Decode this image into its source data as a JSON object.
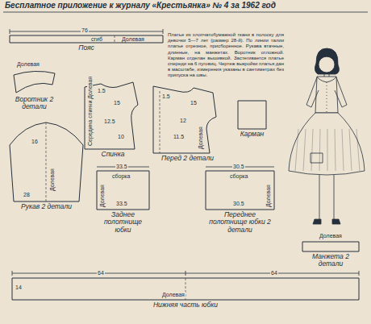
{
  "diagram": {
    "title": "Бесплатное приложение к журналу «Крестьянка» № 4 за 1962 год",
    "caption": "Платье из хлопчатобумажной ткани в полоску для девочки 5—7 лет (размер 28-й). По линии талии платье отрезное, присборенное. Рукава втачные, длинные, на манжетах. Воротник отложной. Карман отделан вышивкой. Застегивается платье спереди на 6 пуговиц. Чертеж выкройки платья дан в масштабе, измерения указаны в сантиметрах без припуска на швы.",
    "nodes": [
      {
        "text": [
          "Пояс"
        ]
      },
      {
        "text": [
          "Воротник 2 детали"
        ]
      },
      {
        "text": [
          "Спинка"
        ]
      },
      {
        "text": [
          "Перед 2 детали"
        ]
      },
      {
        "text": [
          "Карман"
        ]
      },
      {
        "text": [
          "Рукав 2 детали"
        ]
      },
      {
        "text": [
          "Заднее полотнище юбки"
        ]
      },
      {
        "text": [
          "Переднее полотнище юбки 2 детали"
        ]
      },
      {
        "text": [
          "Манжета 2 детали"
        ]
      },
      {
        "text": [
          "Нижняя часть юбки"
        ]
      }
    ],
    "labels": [
      "76",
      "сгиб",
      "Долевая",
      "Долевая",
      "1.5",
      "15",
      "12.5",
      "10",
      "Середина спинки Долевая",
      "1.5",
      "15",
      "12",
      "11.5",
      "Долевая",
      "16",
      "Долевая",
      "28",
      "33.5",
      "сборка",
      "33.5",
      "Долевая",
      "30.5",
      "сборка",
      "30.5",
      "Долевая",
      "Долевая",
      "64",
      "64",
      "14",
      "Долевая"
    ]
  }
}
